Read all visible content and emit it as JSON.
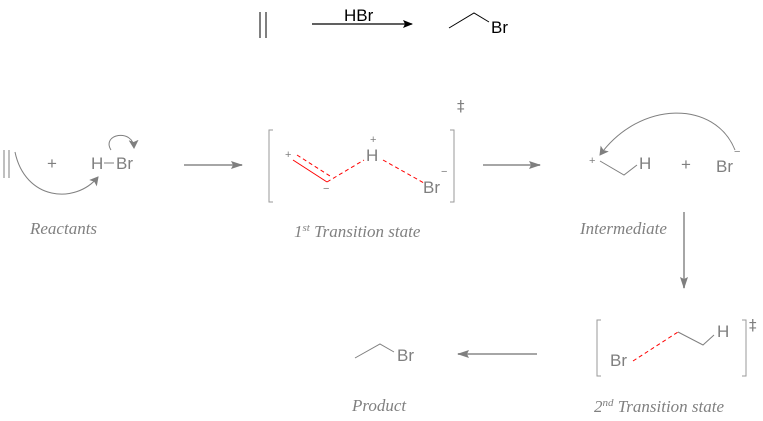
{
  "overall_reaction": {
    "reagent": "HBr",
    "product_atom": "Br"
  },
  "stages": {
    "reactants": {
      "label": "Reactants",
      "plus": "+",
      "h_atom": "H",
      "br_atom": "Br"
    },
    "ts1": {
      "label_num": "1",
      "label_sup": "st",
      "label_text": " Transition state",
      "h_atom": "H",
      "br_atom": "Br",
      "charge_plus": "+",
      "charge_minus": "−",
      "dagger": "‡"
    },
    "intermediate": {
      "label": "Intermediate",
      "h_atom": "H",
      "br_atom": "Br",
      "plus": "+",
      "charge_plus": "+",
      "charge_minus": "−"
    },
    "ts2": {
      "label_num": "2",
      "label_sup": "nd",
      "label_text": " Transition state",
      "h_atom": "H",
      "br_atom": "Br",
      "dagger": "‡"
    },
    "product": {
      "label": "Product",
      "br_atom": "Br"
    }
  },
  "colors": {
    "bond_gray": "#7f7f7f",
    "arrow_gray": "#a6a6a6",
    "partial_bond_red": "#ff0000",
    "top_black": "#000000"
  }
}
